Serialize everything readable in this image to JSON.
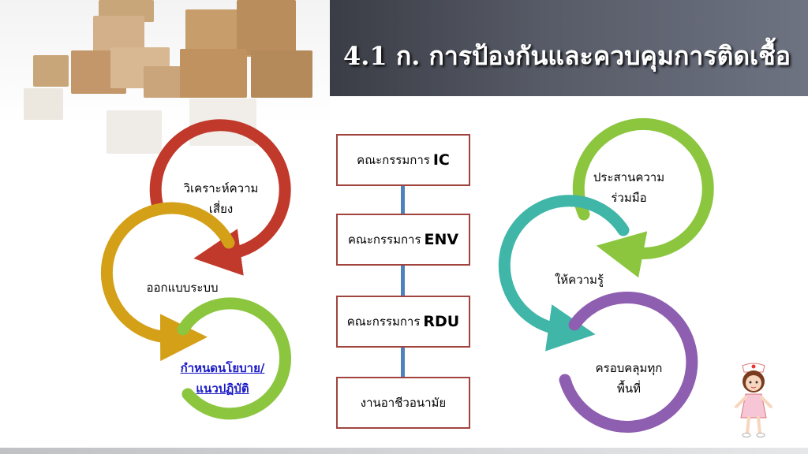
{
  "title": "4.1 ก. การป้องกันและควบคุมการติดเชื้อ",
  "center_boxes": [
    {
      "main": "คณะกรรมการ",
      "suffix": "IC"
    },
    {
      "main": "คณะกรรมการ",
      "suffix": "ENV"
    },
    {
      "main": "คณะกรรมการ",
      "suffix": "RDU"
    },
    {
      "main": "งานอาชีวอนามัย",
      "suffix": ""
    }
  ],
  "left_cycle": [
    {
      "lines": [
        "วิเคราะห์ความ",
        "เสี่ยง"
      ],
      "color": "#c0392b"
    },
    {
      "lines": [
        "ออกแบบระบบ"
      ],
      "color": "#d4a017"
    },
    {
      "lines": [
        "กำหนดนโยบาย/",
        "แนวปฏิบัติ"
      ],
      "color": "#8cc63f",
      "is_link": true
    }
  ],
  "right_cycle": [
    {
      "lines": [
        "ประสานความ",
        "ร่วมมือ"
      ],
      "color": "#8cc63f"
    },
    {
      "lines": [
        "ให้ความรู้"
      ],
      "color": "#3fb6a8"
    },
    {
      "lines": [
        "ครอบคลุมทุก",
        "พื้นที่"
      ],
      "color": "#8e5fb0"
    }
  ],
  "colors": {
    "banner": "#4a4e59",
    "box_border": "#a14440",
    "connector": "#4f81bd"
  },
  "icons": [
    "cardboard-boxes-photo",
    "nurse-cartoon-icon"
  ]
}
